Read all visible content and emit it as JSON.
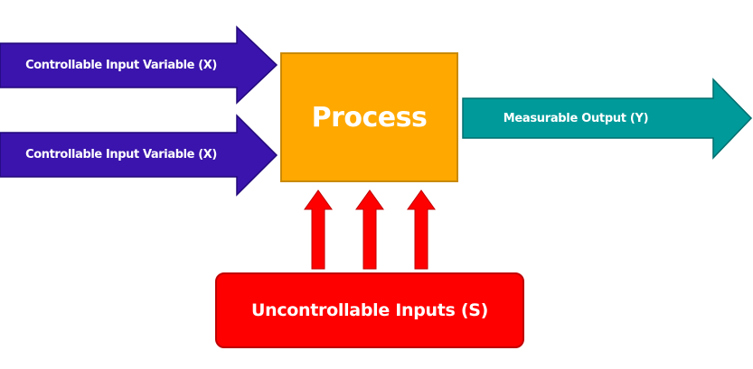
{
  "diagram": {
    "inputs": [
      {
        "label": "Controllable Input Variable (X)"
      },
      {
        "label": "Controllable Input Variable (X)"
      }
    ],
    "process": {
      "label": "Process"
    },
    "output": {
      "label": "Measurable Output (Y)"
    },
    "uncontrollable": {
      "label": "Uncontrollable Inputs (S)",
      "arrow_count": 3
    }
  },
  "colors": {
    "input_arrow": "#3a14ac",
    "input_arrow_border": "#22087a",
    "process": "#ffa800",
    "output_arrow": "#009a9a",
    "output_arrow_border": "#006e6e",
    "uncontrollable": "#ff0000",
    "uncontrollable_border": "#c00000"
  }
}
